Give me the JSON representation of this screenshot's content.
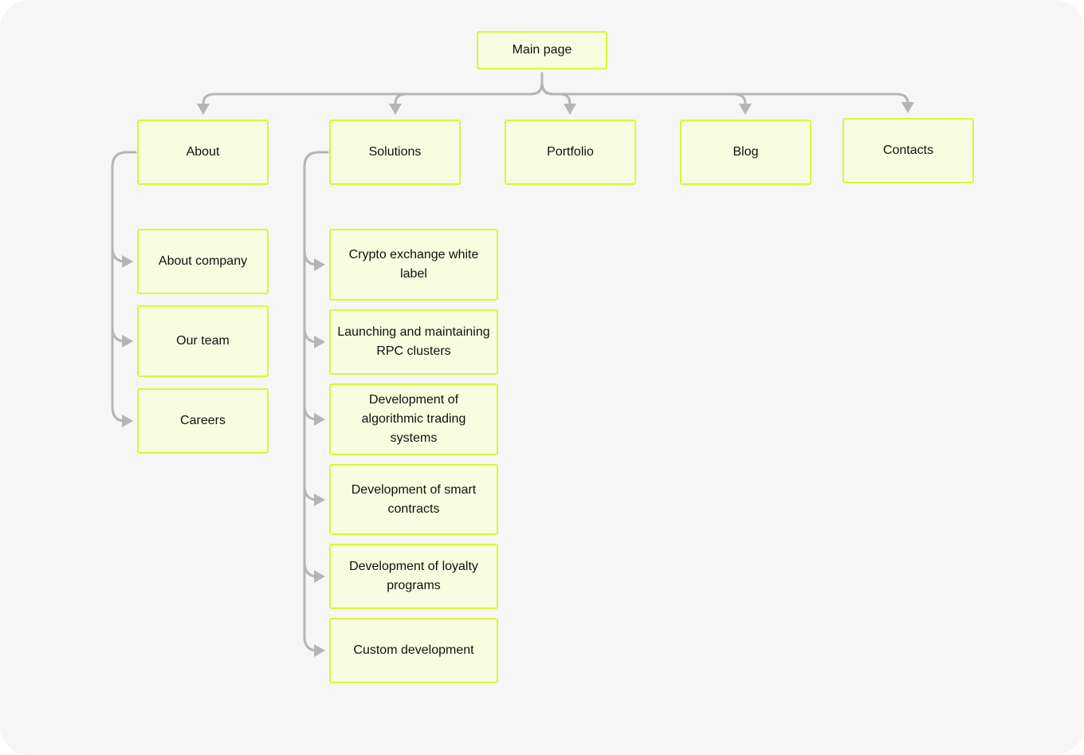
{
  "colors": {
    "background": "#f6f6f6",
    "node_fill": "#f8fde1",
    "node_border": "#ddf536",
    "connector": "#b5b5b5"
  },
  "root": {
    "label": "Main page"
  },
  "sections": [
    {
      "label": "About",
      "children": [
        "About company",
        "Our team",
        "Careers"
      ]
    },
    {
      "label": "Solutions",
      "children": [
        "Crypto exchange white label",
        "Launching and maintaining RPC clusters",
        "Development of algorithmic trading systems",
        "Development of smart contracts",
        "Development of loyalty programs",
        "Custom development"
      ]
    },
    {
      "label": "Portfolio",
      "children": []
    },
    {
      "label": "Blog",
      "children": []
    },
    {
      "label": "Contacts",
      "children": []
    }
  ]
}
